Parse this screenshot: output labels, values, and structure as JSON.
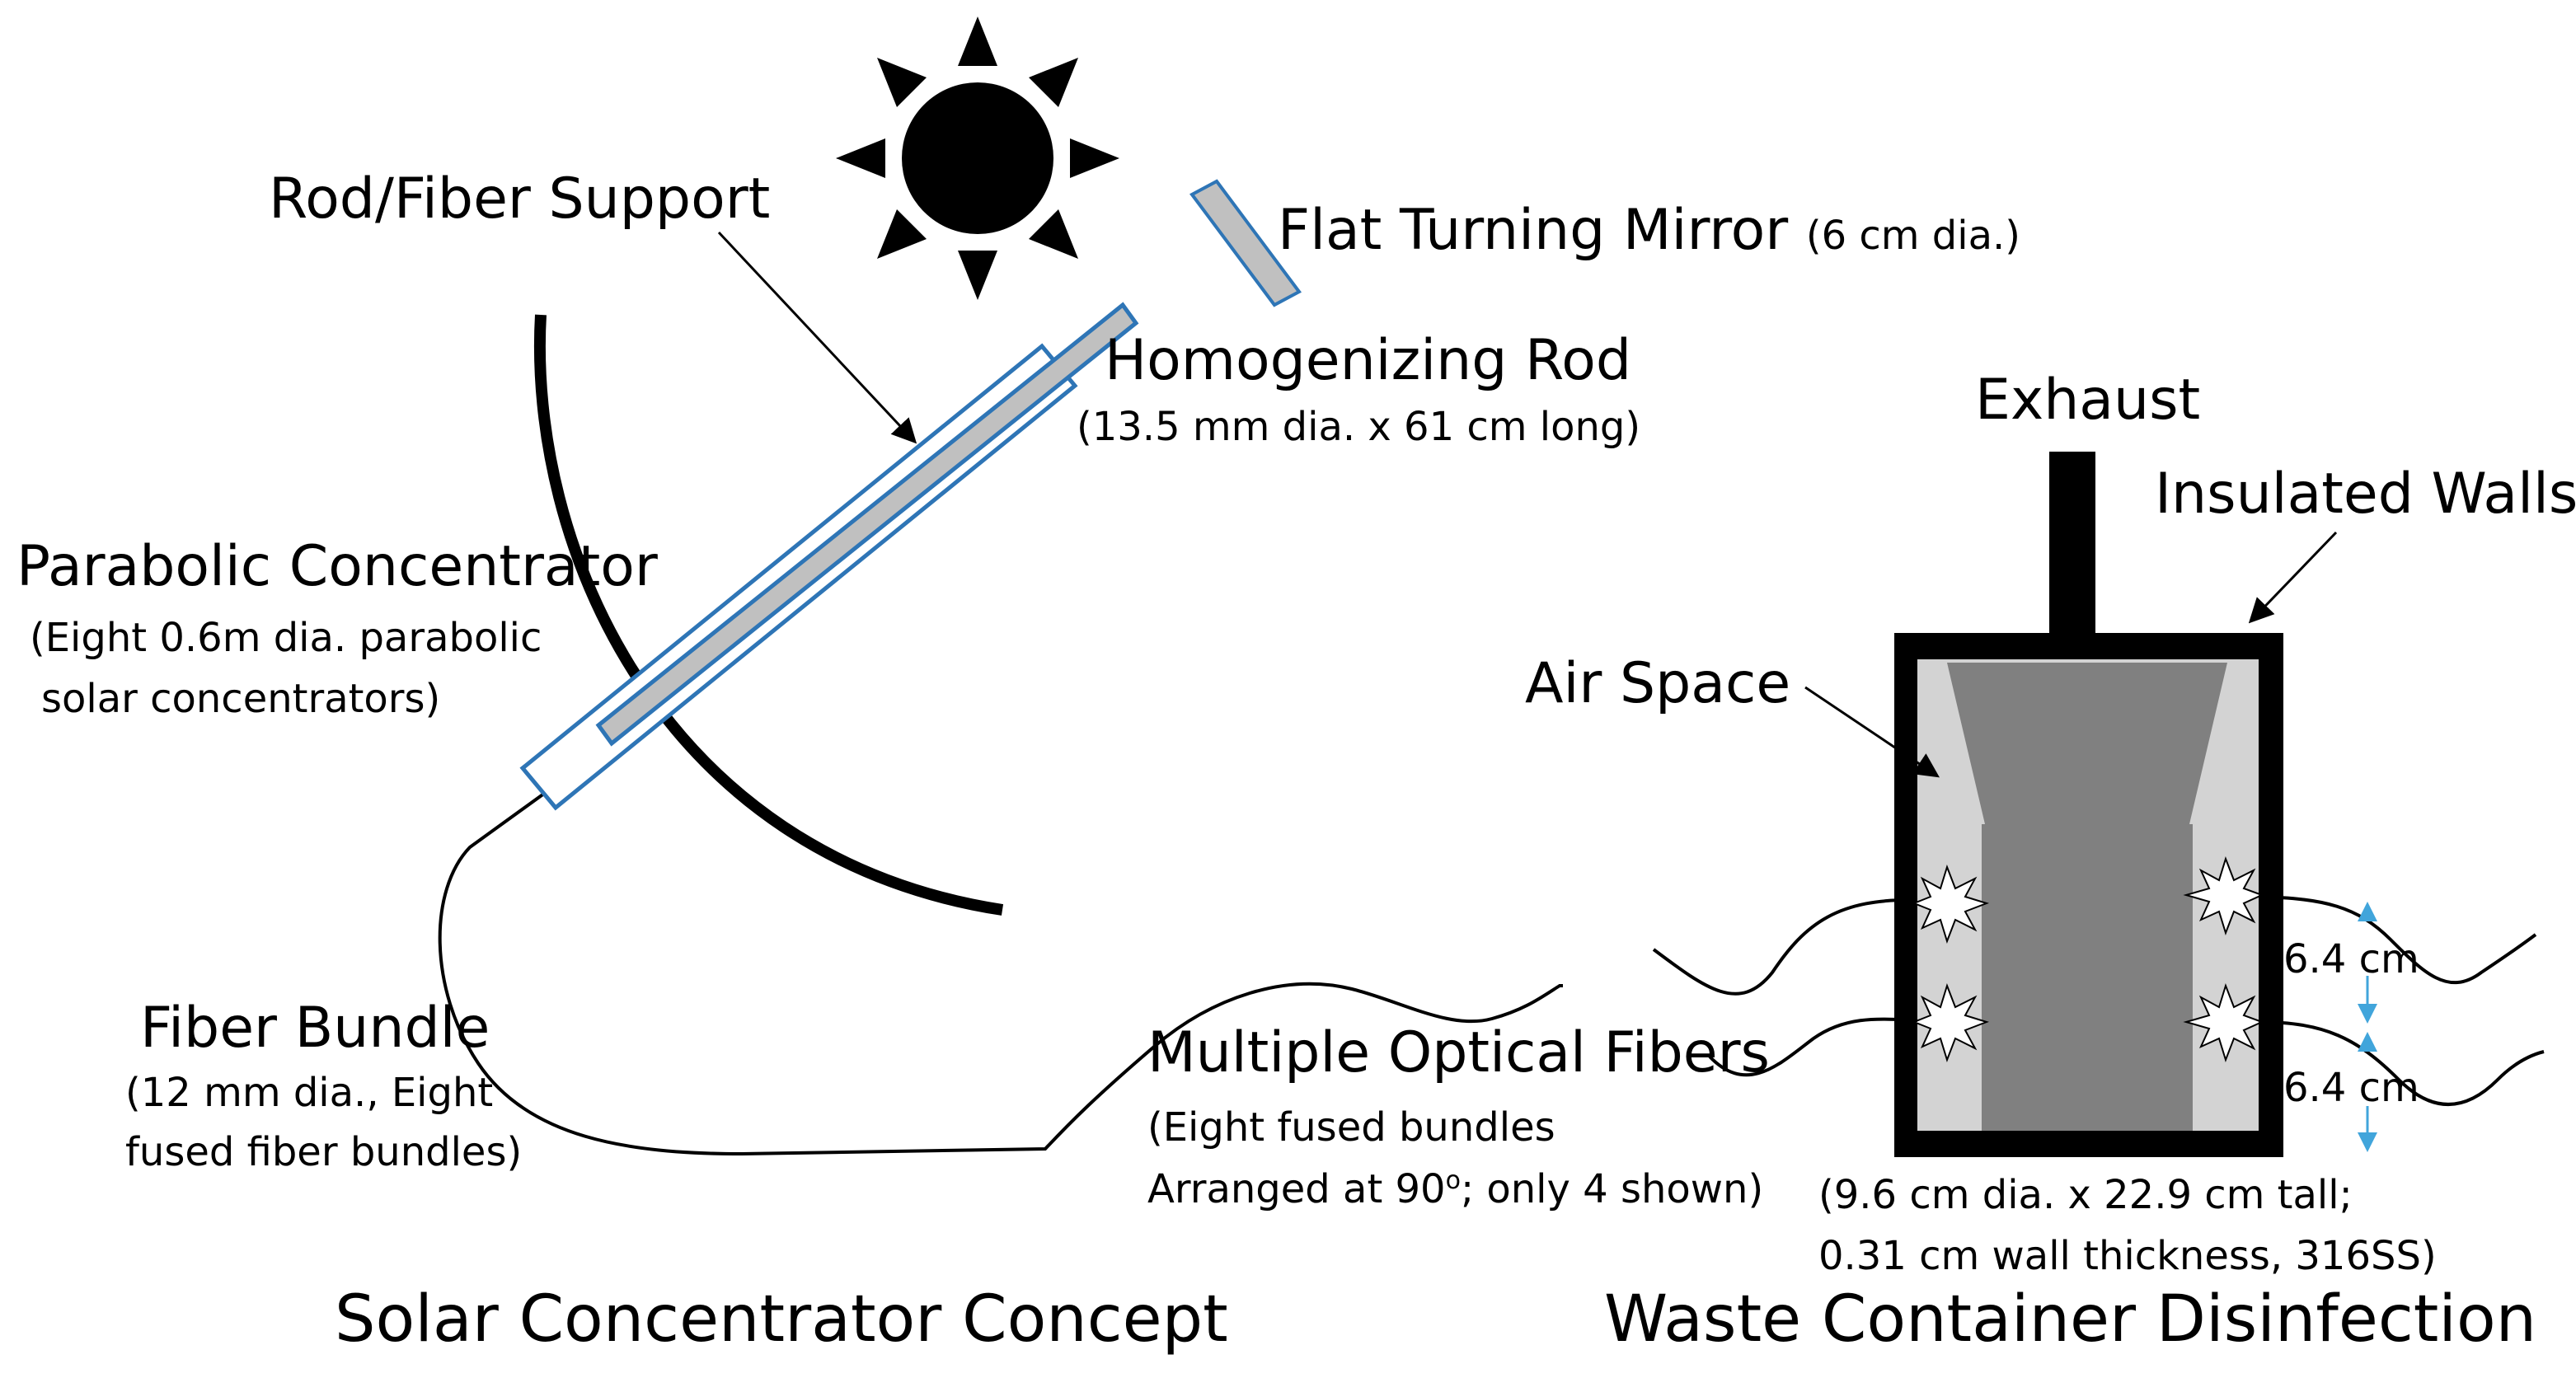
{
  "labels": {
    "rod_fiber_support": "Rod/Fiber Support",
    "flat_turning_mirror": "Flat Turning Mirror",
    "flat_turning_mirror_spec": "(6 cm dia.)",
    "homogenizing_rod": "Homogenizing Rod",
    "homogenizing_rod_spec": "(13.5 mm dia. x 61 cm long)",
    "parabolic_concentrator": "Parabolic Concentrator",
    "parabolic_spec_line1": "(Eight 0.6m dia. parabolic",
    "parabolic_spec_line2": "solar concentrators)",
    "fiber_bundle": "Fiber Bundle",
    "fiber_bundle_spec_line1": "(12 mm dia., Eight",
    "fiber_bundle_spec_line2": "fused fiber bundles)",
    "multiple_optical_fibers": "Multiple Optical Fibers",
    "optical_fibers_spec_line1": "(Eight fused bundles",
    "optical_fibers_spec_line2_prefix": "Arranged at 90",
    "optical_fibers_spec_line2_sup": "o",
    "optical_fibers_spec_line2_suffix": "; only 4 shown)",
    "exhaust": "Exhaust",
    "insulated_walls": "Insulated Walls",
    "air_space": "Air Space",
    "spacing_upper": "6.4 cm",
    "spacing_lower": "6.4 cm",
    "container_spec_line1": "(9.6 cm dia. x  22.9 cm tall;",
    "container_spec_line2": "0.31 cm wall thickness, 316SS)",
    "solar_concentrator_concept": "Solar Concentrator Concept",
    "waste_container_disinfection": "Waste Container Disinfection"
  },
  "colors": {
    "outline_blue": "#2e75b6",
    "rod_gray": "#c0c0c0",
    "insulation_gray": "#d3d3d3",
    "chamber_gray": "#808080",
    "dimension_arrow_blue": "#41a5db",
    "black": "#000000"
  },
  "icons": {
    "sun": "sun-icon",
    "burst": "light-burst-icon"
  }
}
